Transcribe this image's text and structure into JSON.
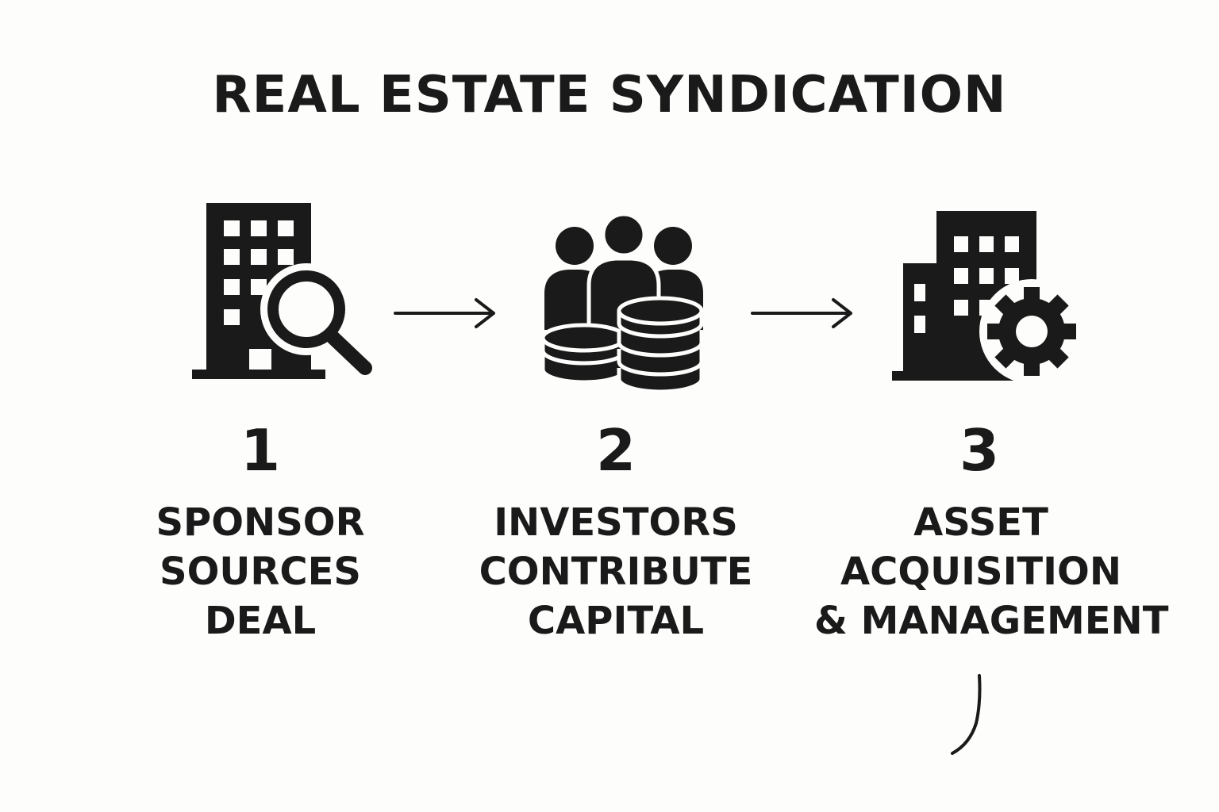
{
  "title": "REAL ESTATE SYNDICATION",
  "colors": {
    "ink": "#1a1a1a",
    "background": "#fdfdfb"
  },
  "steps": [
    {
      "number": "1",
      "label_lines": [
        "SPONSOR",
        "SOURCES",
        "DEAL"
      ],
      "icon": "building-magnifier-icon"
    },
    {
      "number": "2",
      "label_lines": [
        "INVESTORS",
        "CONTRIBUTE",
        "CAPITAL"
      ],
      "icon": "investors-coins-icon"
    },
    {
      "number": "3",
      "label_lines": [
        "ASSET",
        "ACQUISITION",
        "& MANAGEMENT"
      ],
      "icon": "building-gear-icon"
    }
  ],
  "connectors": [
    "arrow-right-icon",
    "arrow-right-icon"
  ]
}
